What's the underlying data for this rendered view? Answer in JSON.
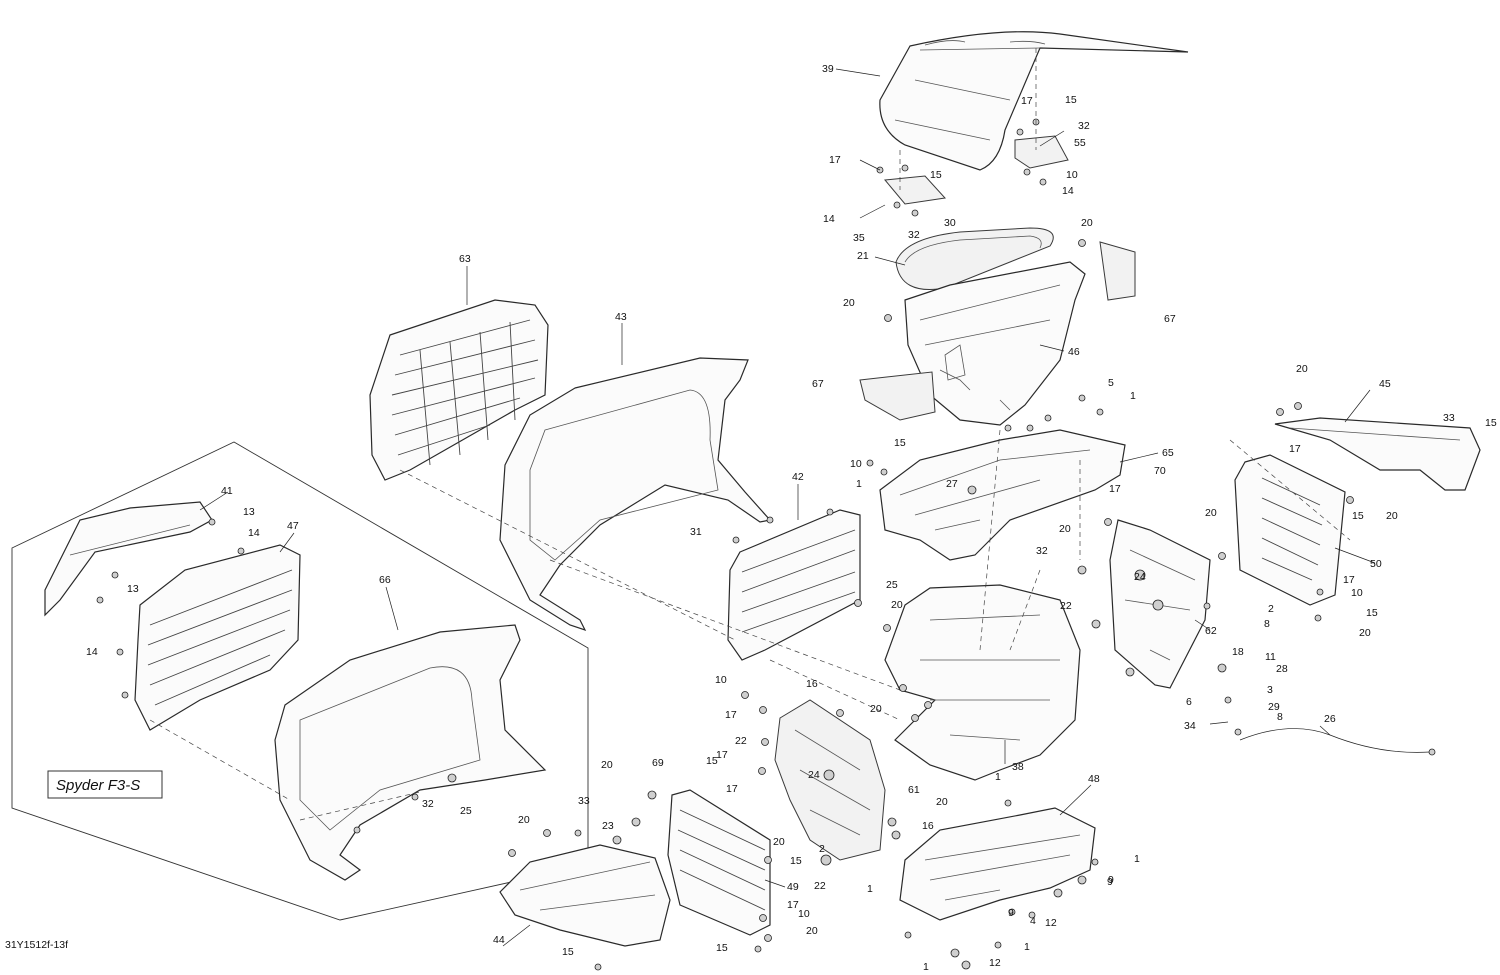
{
  "diagram": {
    "drawing_number": "31Y1512f-13f",
    "variant_label": "Spyder F3-S",
    "callouts": [
      {
        "n": "39"
      },
      {
        "n": "17"
      },
      {
        "n": "15"
      },
      {
        "n": "32"
      },
      {
        "n": "55"
      },
      {
        "n": "10"
      },
      {
        "n": "14"
      },
      {
        "n": "17"
      },
      {
        "n": "15"
      },
      {
        "n": "14"
      },
      {
        "n": "35"
      },
      {
        "n": "32"
      },
      {
        "n": "30"
      },
      {
        "n": "20"
      },
      {
        "n": "21"
      },
      {
        "n": "67"
      },
      {
        "n": "20"
      },
      {
        "n": "46"
      },
      {
        "n": "63"
      },
      {
        "n": "43"
      },
      {
        "n": "67"
      },
      {
        "n": "5"
      },
      {
        "n": "1"
      },
      {
        "n": "15"
      },
      {
        "n": "10"
      },
      {
        "n": "1"
      },
      {
        "n": "65"
      },
      {
        "n": "27"
      },
      {
        "n": "20"
      },
      {
        "n": "45"
      },
      {
        "n": "33"
      },
      {
        "n": "15"
      },
      {
        "n": "17"
      },
      {
        "n": "70"
      },
      {
        "n": "42"
      },
      {
        "n": "17"
      },
      {
        "n": "20"
      },
      {
        "n": "15"
      },
      {
        "n": "20"
      },
      {
        "n": "31"
      },
      {
        "n": "50"
      },
      {
        "n": "41"
      },
      {
        "n": "13"
      },
      {
        "n": "14"
      },
      {
        "n": "47"
      },
      {
        "n": "13"
      },
      {
        "n": "66"
      },
      {
        "n": "14"
      },
      {
        "n": "25"
      },
      {
        "n": "20"
      },
      {
        "n": "32"
      },
      {
        "n": "24"
      },
      {
        "n": "22"
      },
      {
        "n": "20"
      },
      {
        "n": "2"
      },
      {
        "n": "8"
      },
      {
        "n": "17"
      },
      {
        "n": "10"
      },
      {
        "n": "15"
      },
      {
        "n": "20"
      },
      {
        "n": "62"
      },
      {
        "n": "18"
      },
      {
        "n": "11"
      },
      {
        "n": "28"
      },
      {
        "n": "6"
      },
      {
        "n": "3"
      },
      {
        "n": "29"
      },
      {
        "n": "8"
      },
      {
        "n": "34"
      },
      {
        "n": "26"
      },
      {
        "n": "10"
      },
      {
        "n": "17"
      },
      {
        "n": "16"
      },
      {
        "n": "20"
      },
      {
        "n": "38"
      },
      {
        "n": "22"
      },
      {
        "n": "24"
      },
      {
        "n": "61"
      },
      {
        "n": "20"
      },
      {
        "n": "16"
      },
      {
        "n": "1"
      },
      {
        "n": "48"
      },
      {
        "n": "69"
      },
      {
        "n": "17"
      },
      {
        "n": "15"
      },
      {
        "n": "33"
      },
      {
        "n": "20"
      },
      {
        "n": "23"
      },
      {
        "n": "20"
      },
      {
        "n": "17"
      },
      {
        "n": "2"
      },
      {
        "n": "20"
      },
      {
        "n": "15"
      },
      {
        "n": "22"
      },
      {
        "n": "1"
      },
      {
        "n": "9"
      },
      {
        "n": "32"
      },
      {
        "n": "25"
      },
      {
        "n": "49"
      },
      {
        "n": "17"
      },
      {
        "n": "10"
      },
      {
        "n": "20"
      },
      {
        "n": "15"
      },
      {
        "n": "44"
      },
      {
        "n": "15"
      },
      {
        "n": "1"
      },
      {
        "n": "9"
      },
      {
        "n": "4"
      },
      {
        "n": "12"
      },
      {
        "n": "1"
      },
      {
        "n": "1"
      },
      {
        "n": "12"
      },
      {
        "n": "9"
      }
    ]
  }
}
